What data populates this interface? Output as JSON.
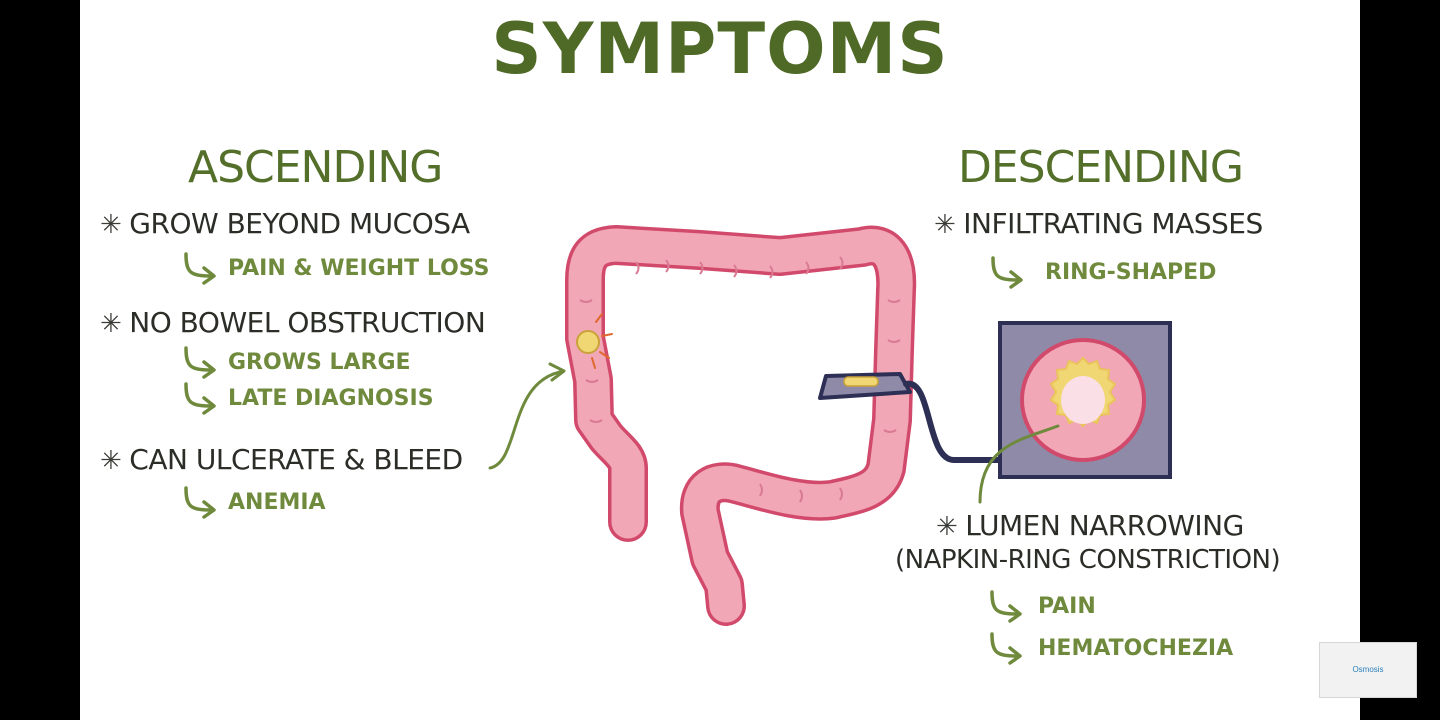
{
  "title": "SYMPTOMS",
  "ascending": {
    "heading": "ASCENDING",
    "points": [
      {
        "text": "GROW BEYOND MUCOSA",
        "subs": [
          "PAIN & WEIGHT LOSS"
        ]
      },
      {
        "text": "NO BOWEL OBSTRUCTION",
        "subs": [
          "GROWS LARGE",
          "LATE DIAGNOSIS"
        ]
      },
      {
        "text": "CAN ULCERATE & BLEED",
        "subs": [
          "ANEMIA"
        ]
      }
    ]
  },
  "descending": {
    "heading": "DESCENDING",
    "points": [
      {
        "text": "INFILTRATING MASSES",
        "subs": [
          "RING-SHAPED"
        ]
      },
      {
        "text": "LUMEN NARROWING",
        "text2": "(NAPKIN-RING CONSTRICTION)",
        "subs": [
          "PAIN",
          "HEMATOCHEZIA"
        ]
      }
    ]
  },
  "logo": {
    "text": "Osmosis"
  },
  "colors": {
    "heading_green": "#546f2a",
    "sub_green": "#6f8a3c",
    "colon_fill": "#f2a7b6",
    "colon_outline": "#d24a6b",
    "tumor": "#f1d774",
    "inset_bg": "#8e8aa8"
  },
  "icons": {
    "bullet": "asterisk-icon",
    "sub_arrow": "curved-arrow-icon"
  }
}
